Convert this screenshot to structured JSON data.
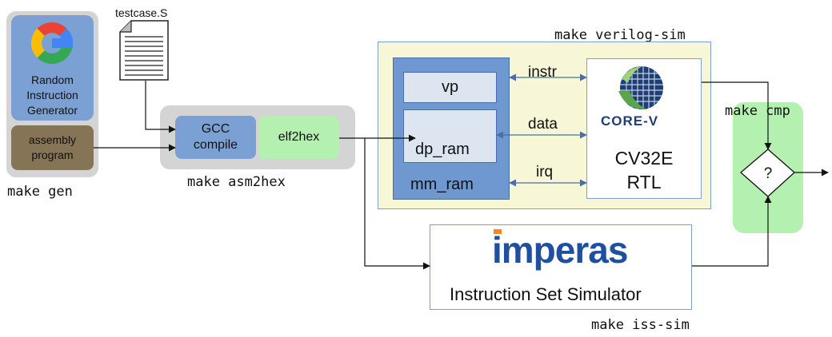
{
  "gen": {
    "generator_lines": [
      "Random",
      "Instruction",
      "Generator"
    ],
    "generator_icon": "google-g-logo",
    "program_lines": [
      "assembly",
      "program"
    ],
    "make_label": "make gen"
  },
  "testcase": {
    "filename": "testcase.S",
    "icon": "document-icon"
  },
  "asm2hex": {
    "gcc_lines": [
      "GCC",
      "compile"
    ],
    "elf2hex_label": "elf2hex",
    "make_label": "make asm2hex"
  },
  "verilog_sim": {
    "make_label": "make verilog-sim",
    "mm_ram": {
      "vp_label": "vp",
      "dp_ram_label": "dp_ram",
      "label": "mm_ram"
    },
    "buses": {
      "instr": "instr",
      "data": "data",
      "irq": "irq"
    },
    "core": {
      "logo_text": "CORE-V",
      "logo_icon": "core-v-globe-logo",
      "lines": [
        "CV32E",
        "RTL"
      ]
    }
  },
  "cmp": {
    "make_label": "make cmp",
    "decision_label": "?"
  },
  "iss": {
    "logo_text": "imperas",
    "title": "Instruction Set Simulator",
    "make_label": "make iss-sim"
  },
  "colors": {
    "gray_group": "#d4d4d4",
    "blue": "#7ba0d4",
    "brown": "#857456",
    "green": "#b4f0b0",
    "yellow_bg": "#f7f6d6",
    "light_box": "#dde5f0",
    "imperas_blue": "#1f4f9f",
    "imperas_orange": "#f08a24"
  }
}
